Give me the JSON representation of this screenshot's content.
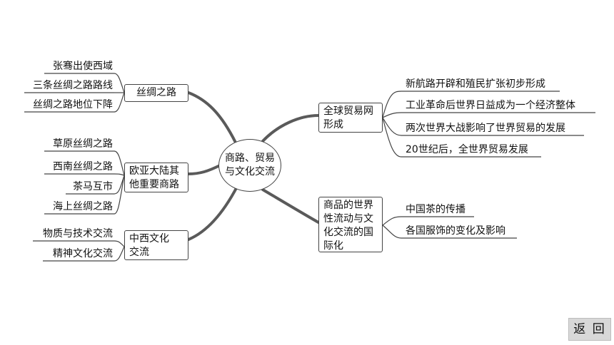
{
  "center": "商路、贸易与文化交流",
  "left_branches": [
    {
      "label": "丝绸之路",
      "leaves": [
        "张骞出使西域",
        "三条丝绸之路路线",
        "丝绸之路地位下降"
      ]
    },
    {
      "label": "欧亚大陆其他重要商路",
      "leaves": [
        "草原丝绸之路",
        "西南丝绸之路",
        "茶马互市",
        "海上丝绸之路"
      ]
    },
    {
      "label": "中西文化交流",
      "leaves": [
        "物质与技术交流",
        "精神文化交流"
      ]
    }
  ],
  "right_branches": [
    {
      "label": "全球贸易网形成",
      "leaves": [
        "新航路开辟和殖民扩张初步形成",
        "工业革命后世界日益成为一个经济整体",
        "两次世界大战影响了世界贸易的发展",
        "20世纪后，全世界贸易发展"
      ]
    },
    {
      "label": "商品的世界性流动与文化交流的国际化",
      "leaves": [
        "中国茶的传播",
        "各国服饰的变化及影响"
      ]
    }
  ],
  "nav": {
    "back_label": "返 回"
  }
}
